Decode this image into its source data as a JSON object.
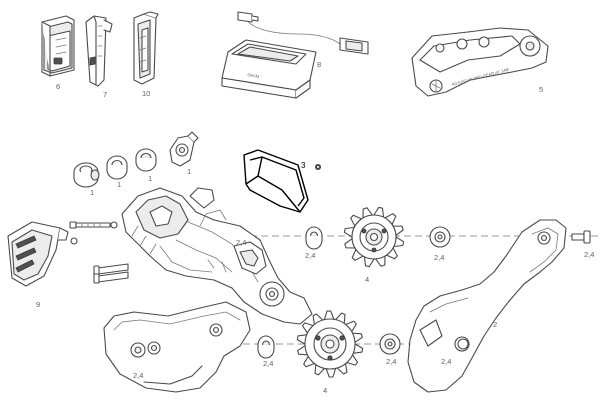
{
  "callouts": {
    "c1a": "1",
    "c1b": "1",
    "c1c": "1",
    "c1d": "1",
    "c2": "2",
    "c3": "3",
    "c4a": "4",
    "c4b": "4",
    "c5": "5",
    "c6": "6",
    "c7": "7",
    "c8": "8",
    "c9": "9",
    "c10": "10",
    "c24a": "2,4",
    "c24b": "2,4",
    "c24c": "2,4",
    "c24d": "2,4",
    "c24e": "2,4",
    "c24f": "2,4",
    "c24g": "2,4",
    "c24h": "2,4"
  },
  "part_text": {
    "chain_gap_tool_text": "ADJUST IN 3RD GEAR AT 3AB",
    "charger_text": "SRAM"
  },
  "colors": {
    "line": "#4a4a4a",
    "highlight": "#000000",
    "dashed": "#9a9a9a"
  }
}
